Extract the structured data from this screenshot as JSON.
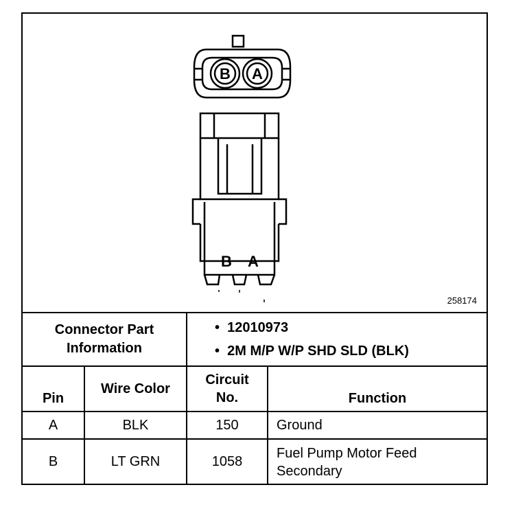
{
  "figure_id": "258174",
  "connector_face_pins": [
    "B",
    "A"
  ],
  "connector_side_pins": [
    "B",
    "A"
  ],
  "connector_info": {
    "label_line1": "Connector Part",
    "label_line2": "Information",
    "values": [
      "12010973",
      "2M M/P W/P SHD SLD (BLK)"
    ]
  },
  "table": {
    "headers": {
      "pin": "Pin",
      "wire_color": "Wire Color",
      "circuit_line1": "Circuit",
      "circuit_line2": "No.",
      "function": "Function"
    },
    "rows": [
      {
        "pin": "A",
        "wire_color": "BLK",
        "circuit": "150",
        "function_line1": "Ground",
        "function_line2": ""
      },
      {
        "pin": "B",
        "wire_color": "LT GRN",
        "circuit": "1058",
        "function_line1": "Fuel Pump Motor Feed",
        "function_line2": "Secondary"
      }
    ]
  }
}
